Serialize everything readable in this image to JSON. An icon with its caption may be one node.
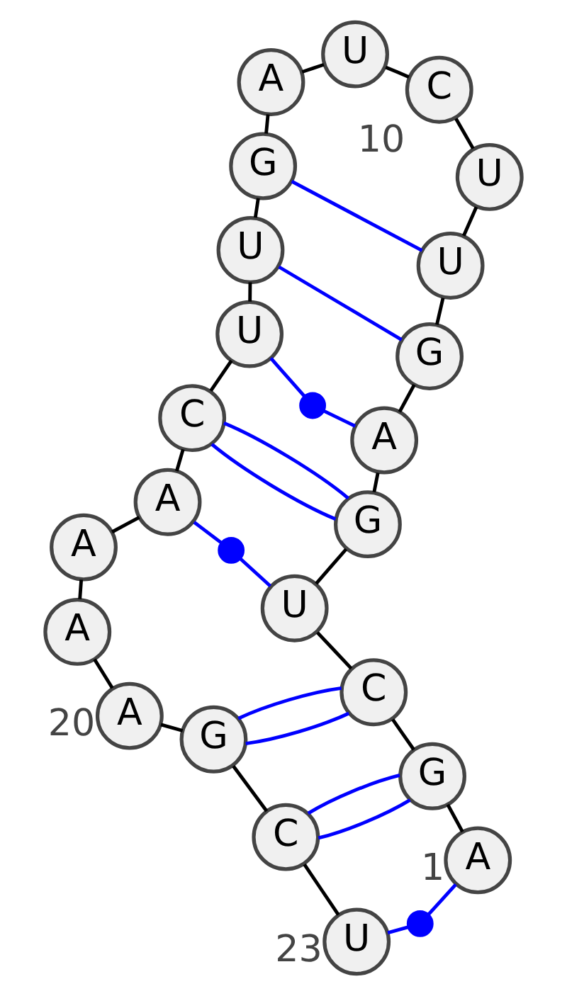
{
  "diagram": {
    "nodes": [
      {
        "text": [
          "A"
        ],
        "beside": [
          "1"
        ]
      },
      {
        "text": [
          "G"
        ]
      },
      {
        "text": [
          "C"
        ]
      },
      {
        "text": [
          "U"
        ]
      },
      {
        "text": [
          "G"
        ]
      },
      {
        "text": [
          "A"
        ]
      },
      {
        "text": [
          "G"
        ]
      },
      {
        "text": [
          "U"
        ]
      },
      {
        "text": [
          "U"
        ]
      },
      {
        "text": [
          "C"
        ],
        "beside": [
          "10"
        ]
      },
      {
        "text": [
          "U"
        ]
      },
      {
        "text": [
          "A"
        ]
      },
      {
        "text": [
          "G"
        ]
      },
      {
        "text": [
          "U"
        ]
      },
      {
        "text": [
          "U"
        ]
      },
      {
        "text": [
          "C"
        ]
      },
      {
        "text": [
          "A"
        ]
      },
      {
        "text": [
          "A"
        ]
      },
      {
        "text": [
          "A"
        ]
      },
      {
        "text": [
          "A"
        ],
        "beside": [
          "20"
        ]
      },
      {
        "text": [
          "G"
        ]
      },
      {
        "text": [
          "C"
        ]
      },
      {
        "text": [
          "U"
        ],
        "beside": [
          "23"
        ]
      },
      {
        "text": [],
        "shape": "circle"
      },
      {
        "text": [],
        "shape": "circle"
      },
      {
        "text": [],
        "shape": "circle"
      }
    ],
    "edges": [
      {
        "from": 0,
        "to": 1,
        "arrow": "none"
      },
      {
        "from": 1,
        "to": 2,
        "arrow": "none"
      },
      {
        "from": 2,
        "to": 3,
        "arrow": "none"
      },
      {
        "from": 3,
        "to": 4,
        "arrow": "none"
      },
      {
        "from": 4,
        "to": 5,
        "arrow": "none"
      },
      {
        "from": 5,
        "to": 6,
        "arrow": "none"
      },
      {
        "from": 6,
        "to": 7,
        "arrow": "none"
      },
      {
        "from": 7,
        "to": 8,
        "arrow": "none"
      },
      {
        "from": 8,
        "to": 9,
        "arrow": "none"
      },
      {
        "from": 9,
        "to": 10,
        "arrow": "none"
      },
      {
        "from": 10,
        "to": 11,
        "arrow": "none"
      },
      {
        "from": 11,
        "to": 12,
        "arrow": "none"
      },
      {
        "from": 12,
        "to": 13,
        "arrow": "none"
      },
      {
        "from": 13,
        "to": 14,
        "arrow": "none"
      },
      {
        "from": 14,
        "to": 15,
        "arrow": "none"
      },
      {
        "from": 15,
        "to": 16,
        "arrow": "none"
      },
      {
        "from": 16,
        "to": 17,
        "arrow": "none"
      },
      {
        "from": 17,
        "to": 18,
        "arrow": "none"
      },
      {
        "from": 18,
        "to": 19,
        "arrow": "none"
      },
      {
        "from": 19,
        "to": 20,
        "arrow": "none"
      },
      {
        "from": 20,
        "to": 21,
        "arrow": "none"
      },
      {
        "from": 21,
        "to": 22,
        "arrow": "none"
      },
      {
        "from": 0,
        "to": 25,
        "arrow": "none",
        "color": "#0000ff"
      },
      {
        "from": 25,
        "to": 22,
        "arrow": "none",
        "color": "#0000ff"
      },
      {
        "from": 1,
        "to": 21,
        "arrow": "none",
        "color": "#0000ff"
      },
      {
        "from": 1,
        "to": 21,
        "arrow": "none",
        "color": "#0000ff"
      },
      {
        "from": 2,
        "to": 20,
        "arrow": "none",
        "color": "#0000ff"
      },
      {
        "from": 2,
        "to": 20,
        "arrow": "none",
        "color": "#0000ff"
      },
      {
        "from": 3,
        "to": 24,
        "arrow": "none",
        "color": "#0000ff"
      },
      {
        "from": 24,
        "to": 16,
        "arrow": "none",
        "color": "#0000ff"
      },
      {
        "from": 4,
        "to": 15,
        "arrow": "none",
        "color": "#0000ff"
      },
      {
        "from": 4,
        "to": 15,
        "arrow": "none",
        "color": "#0000ff"
      },
      {
        "from": 5,
        "to": 23,
        "arrow": "none",
        "color": "#0000ff"
      },
      {
        "from": 23,
        "to": 14,
        "arrow": "none",
        "color": "#0000ff"
      },
      {
        "from": 6,
        "to": 13,
        "arrow": "none",
        "color": "#0000ff"
      },
      {
        "from": 7,
        "to": 12,
        "arrow": "none",
        "color": "#0000ff"
      }
    ]
  }
}
